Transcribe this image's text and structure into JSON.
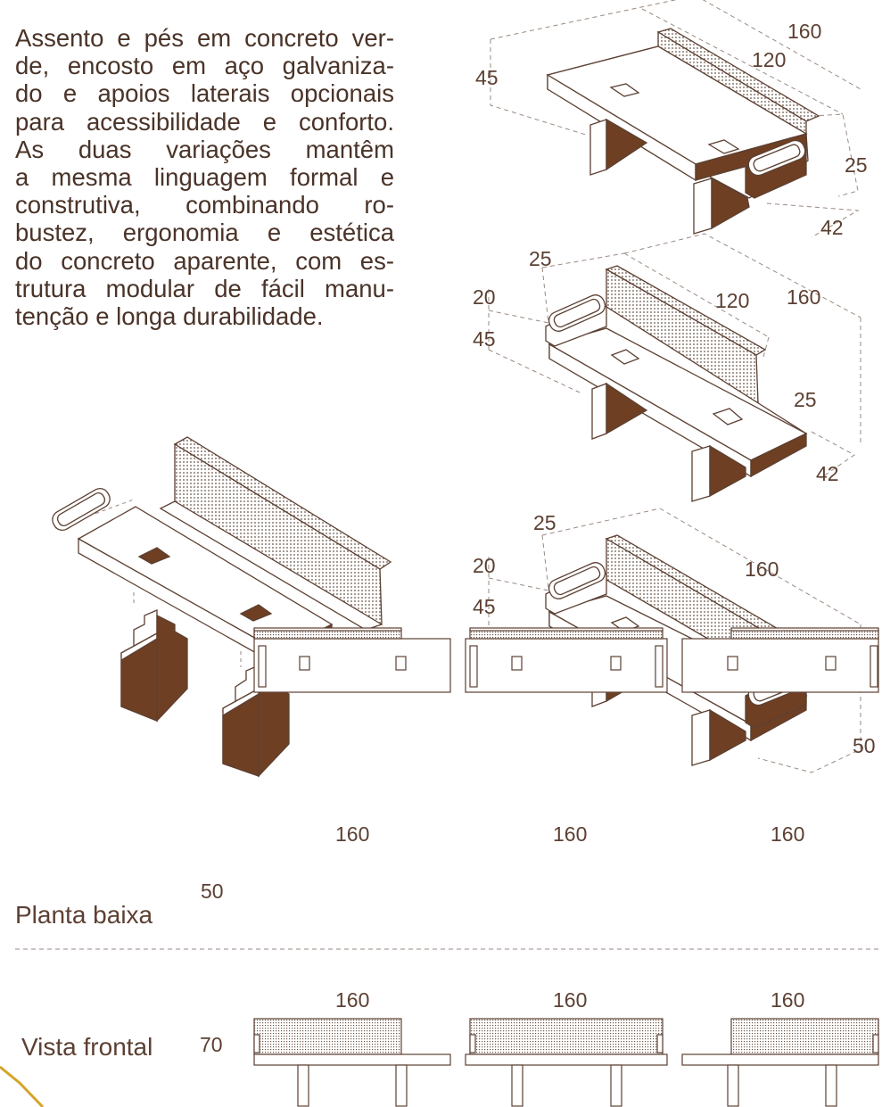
{
  "description_lines": [
    "Assento e pés em concreto ver-",
    "de, encosto em aço galvaniza-",
    "do e apoios laterais opcionais",
    "para acessibilidade e conforto.",
    "As duas variações mantêm",
    "a mesma linguagem formal e",
    "construtiva, combinando ro-",
    "bustez, ergonomia e estética",
    "do concreto aparente, com es-",
    "trutura modular de fácil manu-",
    "tenção e longa durabilidade."
  ],
  "bench1": {
    "len_total": "160",
    "len_back": "120",
    "height": "45",
    "back_h": "25",
    "depth": "42"
  },
  "bench2": {
    "arm_h": "20",
    "height": "45",
    "back_h": "25",
    "len_back": "120",
    "len_total": "160",
    "seat_gap": "25",
    "depth": "42"
  },
  "bench3": {
    "arm_h": "20",
    "height": "45",
    "back_h": "25",
    "len_total": "160",
    "depth": "50"
  },
  "plan": {
    "title": "Planta baixa",
    "depth": "50",
    "widths": [
      "160",
      "160",
      "160"
    ]
  },
  "front": {
    "title": "Vista frontal",
    "height": "70",
    "widths": [
      "160",
      "160",
      "160"
    ]
  },
  "colors": {
    "concrete": "#6e3f22",
    "line": "#5c4033",
    "dash": "#9a8a80",
    "accent": "#d4a52a"
  }
}
